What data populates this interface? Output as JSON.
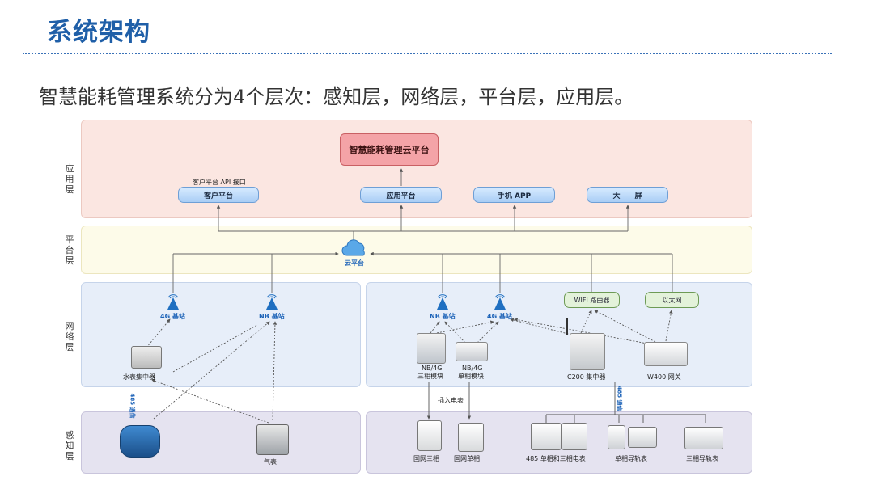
{
  "title": "系统架构",
  "subtitle": "智慧能耗管理系统分为4个层次：感知层，网络层，平台层，应用层。",
  "layers": {
    "application": "应用层",
    "platform": "平台层",
    "network": "网络层",
    "perception": "感知层"
  },
  "application": {
    "cloud_platform": "智慧能耗管理云平台",
    "customer_api": "客户平台 API 接口",
    "customer_platform": "客户平台",
    "app_platform": "应用平台",
    "mobile_app": "手机 APP",
    "big_screen": "大　　屏"
  },
  "platform": {
    "cloud": "云平台"
  },
  "network_left": {
    "base_4g": "4G 基站",
    "base_nb": "NB 基站",
    "water_collector": "水表集中器",
    "rs485": "485 通信"
  },
  "network_right": {
    "base_nb": "NB 基站",
    "base_4g": "4G 基站",
    "wifi_router": "WIFI 路由器",
    "ethernet": "以太网",
    "three_phase_module": [
      "NB/4G",
      "三相模块"
    ],
    "single_phase_module": [
      "NB/4G",
      "单相模块"
    ],
    "c200": "C200 集中器",
    "w400": "W400 网关",
    "plug_in": "插入电表",
    "rs485": "485 通信"
  },
  "perception_left": {
    "gas_meter": "气表"
  },
  "perception_right": {
    "grid_three": "国网三相",
    "grid_single": "国网单相",
    "meter_485": "485 单相和三相电表",
    "single_rail": "单相导轨表",
    "three_rail": "三相导轨表"
  },
  "colors": {
    "title": "#1f5fa8",
    "application_layer": "#fbe6e1",
    "platform_layer": "#fdfbe9",
    "network_layer": "#e7eef9",
    "perception_layer": "#e5e3f0",
    "cloud_platform": "#f4a3a7",
    "node": "#a9cdf5",
    "green_node": "#e3f2da"
  }
}
